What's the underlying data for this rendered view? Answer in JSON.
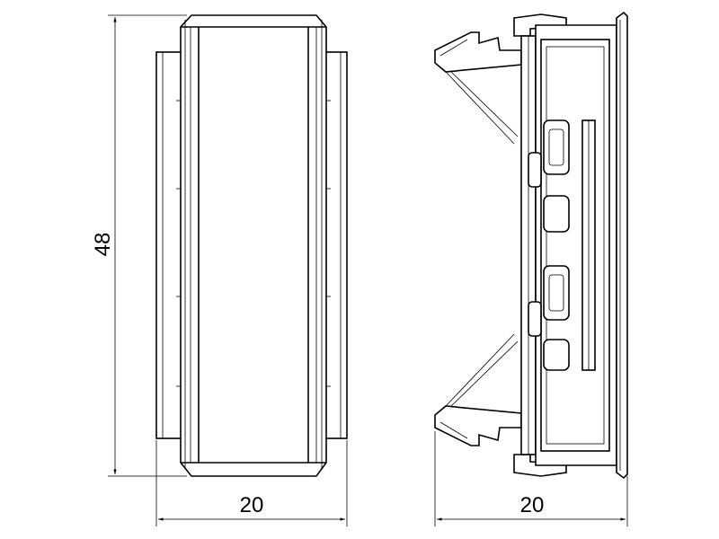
{
  "dimensions": {
    "height_label": "48",
    "front_width_label": "20",
    "side_width_label": "20"
  },
  "colors": {
    "line": "#000000",
    "background": "#ffffff"
  }
}
